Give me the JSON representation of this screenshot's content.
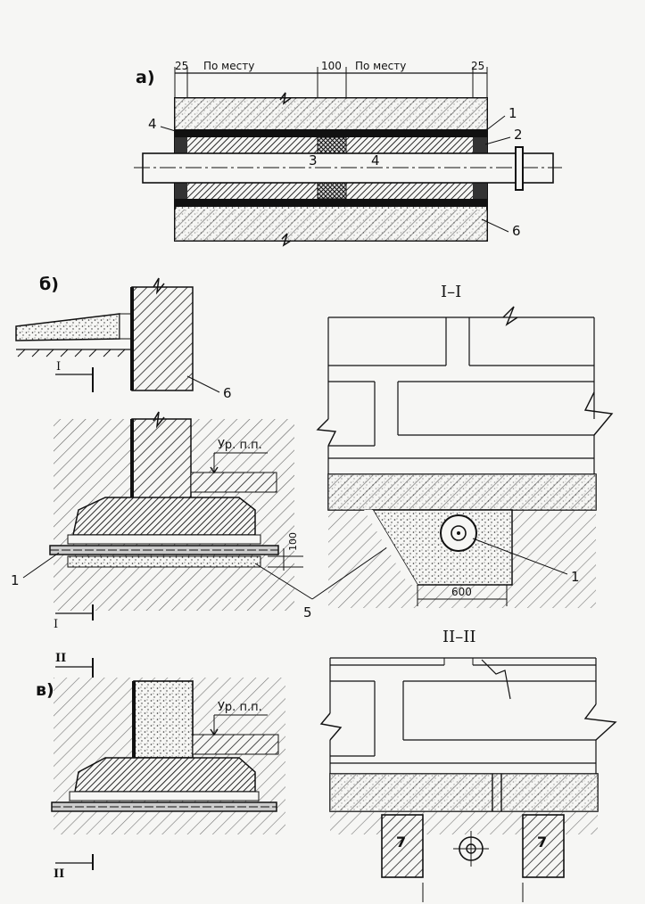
{
  "diagram": {
    "panel_a": {
      "label": "а)",
      "dim_left": "25",
      "dim_left_span": "По месту",
      "dim_center": "100",
      "dim_right_span": "По месту",
      "dim_right": "25",
      "callouts": [
        "4",
        "1",
        "2",
        "3",
        "4",
        "6"
      ]
    },
    "panel_b": {
      "label": "б)",
      "callout_6": "6",
      "section_mark": "I",
      "section_mark_bottom": "I",
      "ground_level": "Ур. п.п.",
      "dim_100": "100",
      "callout_1": "1",
      "callout_5": "5"
    },
    "section_1": {
      "title": "I–I",
      "callout_1": "1",
      "dim_600": "600"
    },
    "panel_v": {
      "label": "в)",
      "section_mark": "II",
      "section_mark_bottom": "II",
      "ground_level": "Ур. п.п."
    },
    "section_2": {
      "title": "II–II",
      "callout_7a": "7",
      "callout_7b": "7"
    }
  }
}
